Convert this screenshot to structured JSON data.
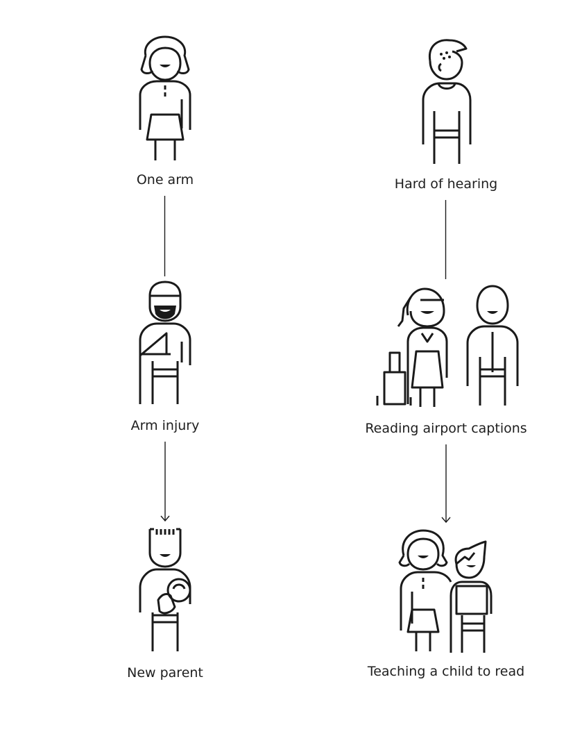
{
  "left_column": {
    "top_label": "One arm",
    "middle_label": "Arm injury",
    "bottom_label": "New parent"
  },
  "right_column": {
    "top_label": "Hard of hearing",
    "middle_label": "Reading airport captions",
    "bottom_label": "Teaching a child to read"
  },
  "colors": {
    "stroke": "#1a1a1a",
    "text": "#1e1e1e",
    "background": "#ffffff"
  }
}
